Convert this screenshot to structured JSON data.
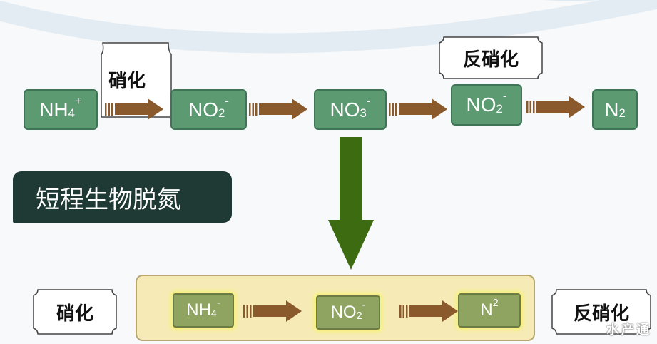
{
  "top_flow": {
    "species": [
      {
        "base": "NH",
        "sub": "4",
        "sup": "+"
      },
      {
        "base": "NO",
        "sub": "2",
        "sup": "-"
      },
      {
        "base": "NO",
        "sub": "3",
        "sup": "-"
      },
      {
        "base": "NO",
        "sub": "2",
        "sup": "-"
      },
      {
        "base": "N",
        "sub": "2",
        "sup": ""
      }
    ],
    "labels": {
      "nitrification": "硝化",
      "denitrification": "反硝化"
    }
  },
  "banner": "短程生物脱氮",
  "bottom_flow": {
    "species": [
      {
        "base": "NH",
        "sub": "4",
        "sup": "-"
      },
      {
        "base": "NO",
        "sub": "2",
        "sup": "-"
      },
      {
        "base": "N",
        "sub": "",
        "sup": "2"
      }
    ],
    "labels": {
      "nitrification": "硝化",
      "denitrification": "反硝化"
    }
  },
  "watermark": "水产通",
  "colors": {
    "green_box": "#5c9a72",
    "olive_box": "#8fa460",
    "arrow_brown": "#8a5a2c",
    "big_arrow_green": "#3d6b12",
    "banner_bg": "#1f3a34",
    "highlight_bg": "#f6ebb6"
  }
}
